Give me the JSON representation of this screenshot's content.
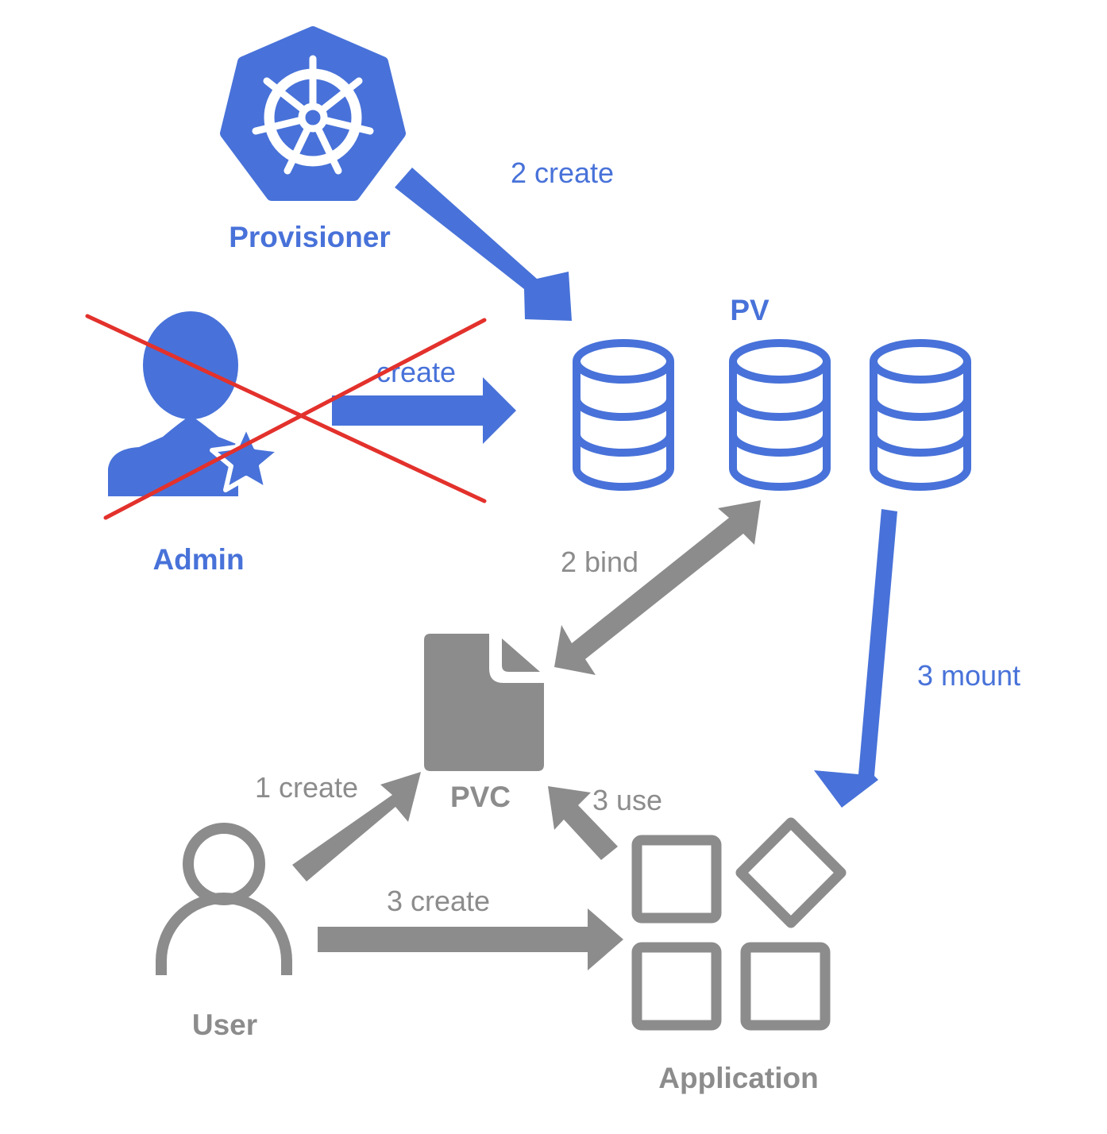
{
  "colors": {
    "blue": "#4872d9",
    "gray": "#8c8c8c",
    "red": "#e3312c",
    "white": "#ffffff"
  },
  "nodes": {
    "provisioner": {
      "label": "Provisioner",
      "icon": "kubernetes-helm-icon"
    },
    "admin": {
      "label": "Admin",
      "icon": "admin-user-star-icon",
      "crossed_out": true
    },
    "pv": {
      "label": "PV",
      "icon": "database-icon",
      "count": 3
    },
    "pvc": {
      "label": "PVC",
      "icon": "document-icon"
    },
    "user": {
      "label": "User",
      "icon": "user-outline-icon"
    },
    "application": {
      "label": "Application",
      "icon": "app-grid-icon"
    }
  },
  "edges": {
    "provisioner_to_pv": {
      "label": "2 create"
    },
    "admin_to_pv": {
      "label": "create"
    },
    "pv_pvc_bind": {
      "label": "2 bind"
    },
    "pv_to_application": {
      "label": "3 mount"
    },
    "user_to_pvc": {
      "label": "1 create"
    },
    "application_to_pvc": {
      "label": "3 use"
    },
    "user_to_application": {
      "label": "3 create"
    }
  }
}
